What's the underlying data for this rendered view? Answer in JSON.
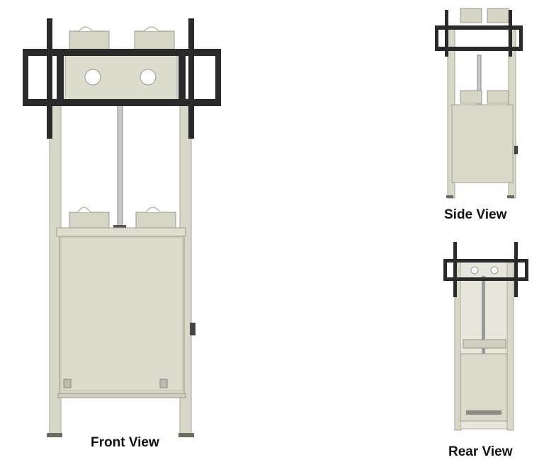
{
  "captions": {
    "front": "Front View",
    "side": "Side View",
    "rear": "Rear View"
  },
  "colors": {
    "frame": "#dcdccd",
    "frame_shadow": "#b9b9aa",
    "bracket": "#2b2b2b",
    "background": "#ffffff"
  }
}
